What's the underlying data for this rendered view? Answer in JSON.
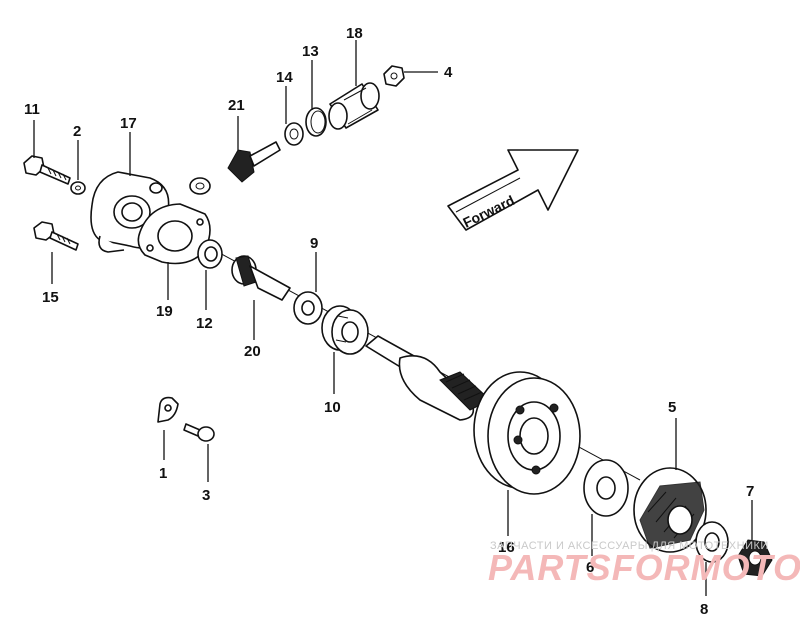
{
  "labels": [
    {
      "id": "l1",
      "text": "1"
    },
    {
      "id": "l2",
      "text": "2"
    },
    {
      "id": "l3",
      "text": "3"
    },
    {
      "id": "l4",
      "text": "4"
    },
    {
      "id": "l5",
      "text": "5"
    },
    {
      "id": "l6",
      "text": "6"
    },
    {
      "id": "l7",
      "text": "7"
    },
    {
      "id": "l8",
      "text": "8"
    },
    {
      "id": "l9",
      "text": "9"
    },
    {
      "id": "l10",
      "text": "10"
    },
    {
      "id": "l11",
      "text": "11"
    },
    {
      "id": "l12",
      "text": "12"
    },
    {
      "id": "l13",
      "text": "13"
    },
    {
      "id": "l14",
      "text": "14"
    },
    {
      "id": "l15",
      "text": "15"
    },
    {
      "id": "l16",
      "text": "16"
    },
    {
      "id": "l17",
      "text": "17"
    },
    {
      "id": "l18",
      "text": "18"
    },
    {
      "id": "l19",
      "text": "19"
    },
    {
      "id": "l20",
      "text": "20"
    },
    {
      "id": "l21",
      "text": "21"
    }
  ],
  "direction_arrow": {
    "text": "Forward"
  },
  "watermark": {
    "caption": "ЗАПЧАСТИ И АКСЕССУАРЫ ДЛЯ МОТОТЕХНИКИ",
    "brand": "PARTSFORMOTO"
  },
  "colors": {
    "ink": "#111111",
    "watermark_brand": "#f4b8b8",
    "watermark_caption": "#c9c9c9"
  }
}
